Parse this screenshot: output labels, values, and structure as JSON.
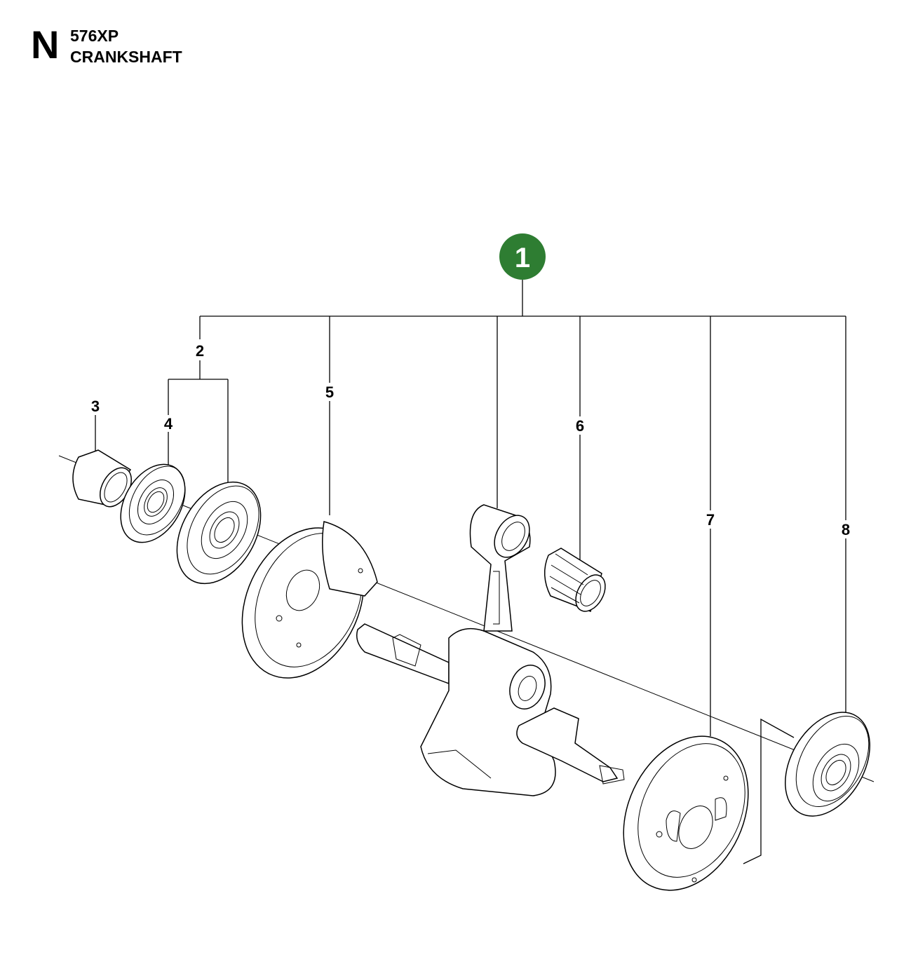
{
  "header": {
    "section_letter": "N",
    "model": "576XP",
    "title": "CRANKSHAFT"
  },
  "badge": {
    "label": "1",
    "color": "#2e7d32"
  },
  "callouts": {
    "c2": "2",
    "c3": "3",
    "c4": "4",
    "c5": "5",
    "c6": "6",
    "c7": "7",
    "c8": "8"
  }
}
